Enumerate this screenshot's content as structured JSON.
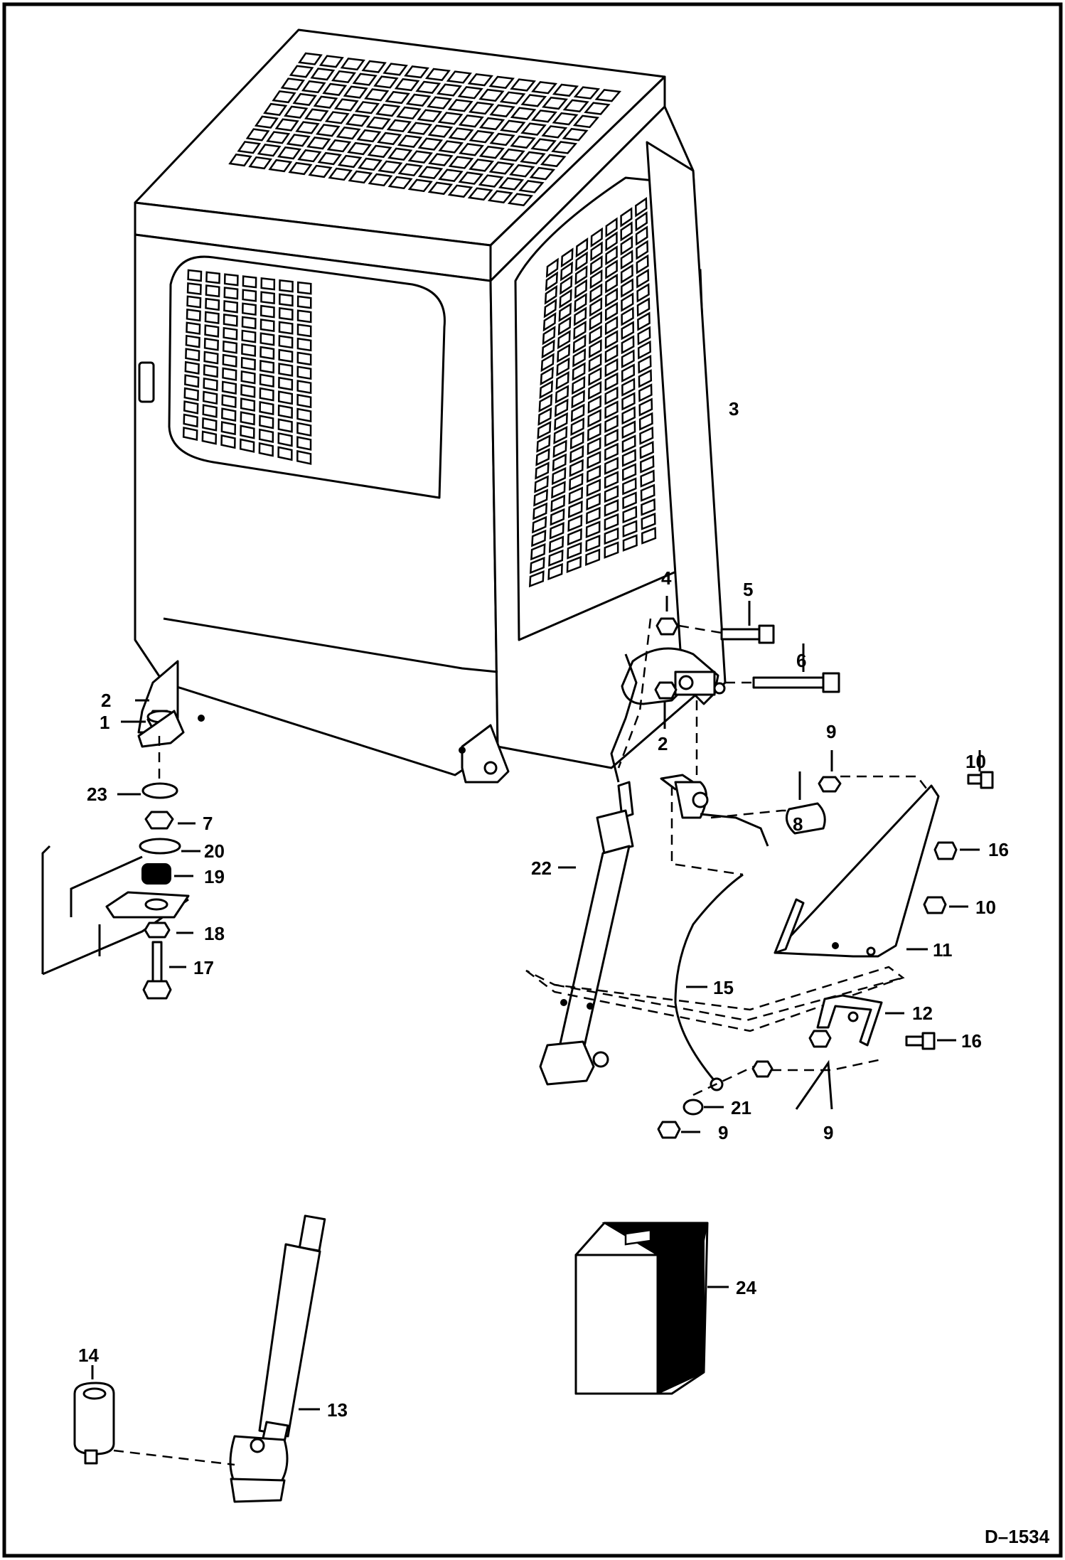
{
  "drawing_number": "D–1534",
  "callouts": {
    "c1": "1",
    "c2a": "2",
    "c2b": "2",
    "c3": "3",
    "c4": "4",
    "c5": "5",
    "c6": "6",
    "c7": "7",
    "c8": "8",
    "c9a": "9",
    "c9b": "9",
    "c9c": "9",
    "c10a": "10",
    "c10b": "10",
    "c11": "11",
    "c12": "12",
    "c13": "13",
    "c14": "14",
    "c15": "15",
    "c16a": "16",
    "c16b": "16",
    "c17": "17",
    "c18": "18",
    "c19": "19",
    "c20": "20",
    "c21": "21",
    "c22": "22",
    "c23": "23",
    "c24": "24"
  }
}
